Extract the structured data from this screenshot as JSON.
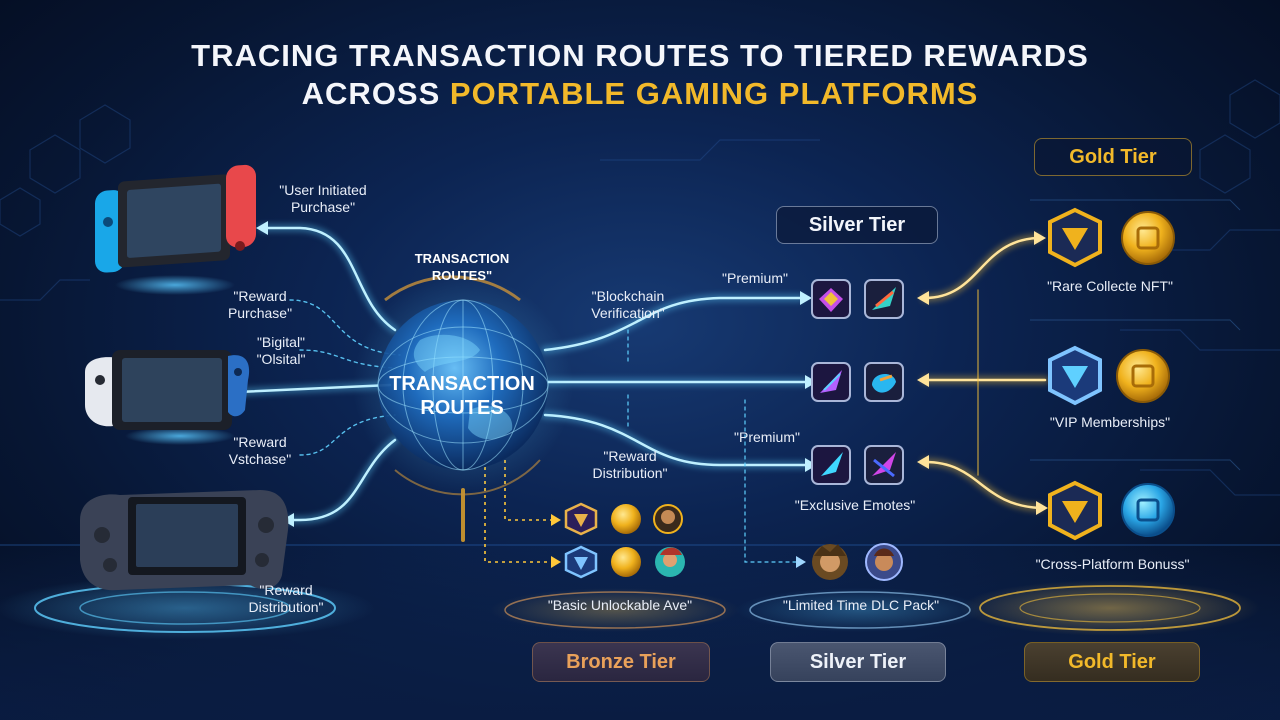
{
  "title": {
    "line1": "TRACING TRANSACTION ROUTES TO TIERED REWARDS",
    "line2_plain": "ACROSS ",
    "line2_accent": "PORTABLE GAMING PLATFORMS"
  },
  "hub": {
    "label_top_line1": "TRANSACTION",
    "label_top_line2": "ROUTES\"",
    "center_line1": "TRANSACTION",
    "center_line2": "ROUTES"
  },
  "left_labels": {
    "user_initiated_line1": "\"User Initiated",
    "user_initiated_line2": "Purchase\"",
    "reward_purchase_line1": "\"Reward",
    "reward_purchase_line2": "Purchase\"",
    "bigital_line1": "\"Bigital\"",
    "bigital_line2": "\"Olsital\"",
    "reward_vstchase_line1": "\"Reward",
    "reward_vstchase_line2": "Vstchase\"",
    "reward_distribution_line1": "\"Reward",
    "reward_distribution_line2": "Distribution\""
  },
  "middle_labels": {
    "blockchain_line1": "\"Blockchain",
    "blockchain_line2": "Verification\"",
    "premium_top": "\"Premium\"",
    "premium_bottom": "\"Premium\"",
    "reward_distribution_line1": "\"Reward",
    "reward_distribution_line2": "Distribution\"",
    "exclusive_emotes": "\"Exclusive Emotes\""
  },
  "reward_labels": {
    "rare_nft": "\"Rare Collecte NFT\"",
    "vip": "\"VIP Memberships\"",
    "cross_platform": "\"Cross-Platform Bonuss\"",
    "basic_unlockable": "\"Basic Unlockable Ave\"",
    "limited_dlc": "\"Limited Time DLC Pack\""
  },
  "tiers": {
    "gold_top": "Gold Tier",
    "silver_top": "Silver Tier",
    "bronze_bottom": "Bronze Tier",
    "silver_bottom": "Silver Tier",
    "gold_bottom": "Gold Tier"
  },
  "colors": {
    "background": "#071633",
    "accent_gold": "#f2b92a",
    "route_blue": "#5fd0ff",
    "route_gold": "#ffc83a",
    "bronze": "#e9a15a",
    "silver": "#dfe6f2"
  },
  "icons": [
    "handheld-console-switch-icon",
    "handheld-console-pc-icon",
    "handheld-console-deck-icon",
    "globe-icon",
    "gem-shield-icon",
    "feather-icon",
    "blue-shield-icon",
    "gold-coin-icon",
    "avatar-icon"
  ]
}
